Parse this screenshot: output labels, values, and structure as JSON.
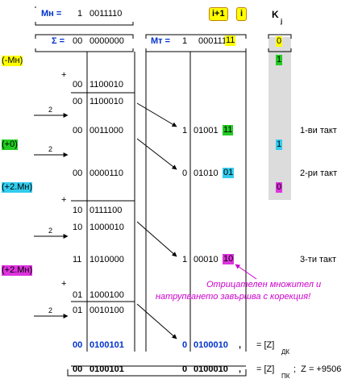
{
  "colors": {
    "yellow": "#ffff00",
    "green": "#22cc22",
    "cyan": "#33ccee",
    "magenta": "#dd33dd",
    "blue": "#0033cc"
  },
  "header": {
    "mn_label": "Мн =",
    "mn_sign": "1",
    "mn_value": "0011110",
    "sum_label": "Σ =",
    "sum_sign": "00",
    "sum_value": "0000000",
    "mt_label": "Мт =",
    "mt_sign": "1",
    "mt_value": "000111",
    "mt_tail": "11",
    "i1_label": "i+1",
    "i_label": "i",
    "k_label": "K",
    "k_sub": "j",
    "k0": "0",
    "k1": "1",
    "k2": "1",
    "k3": "0"
  },
  "ops": {
    "minus_mn": "(-Мн)",
    "plus0": "(+0)",
    "plus2mn": "(+2.Мн)",
    "plus2mn_b": "(+2.Мн)"
  },
  "rows": {
    "plus": "+",
    "r1_sign": "00",
    "r1_val": "1100010",
    "r2_sign": "00",
    "r2_val": "1100010",
    "shift": "2",
    "r3_sign": "00",
    "r3_val": "0011000",
    "t1_sign": "1",
    "t1_val": "01001",
    "t1_tail": "11",
    "t1_label": "1-ви такт",
    "r4_sign": "00",
    "r4_val": "0000110",
    "t2_sign": "0",
    "t2_val": "01010",
    "t2_tail": "01",
    "t2_label": "2-ри такт",
    "r5_sign": "10",
    "r5_val": "0111100",
    "r6_sign": "10",
    "r6_val": "1000010",
    "r7_sign": "11",
    "r7_val": "1010000",
    "t3_sign": "1",
    "t3_val": "00010",
    "t3_tail": "10",
    "t3_label": "3-ти такт",
    "r8_sign": "01",
    "r8_val": "1000100",
    "r9_sign": "01",
    "r9_val": "0010100",
    "note1": "Отрицателен множител и",
    "note2": "натрупването завършва с корекция!",
    "res_sign": "00",
    "res_val": "0100101",
    "res_t_sign": "0",
    "res_t_val": "0100010",
    "res_comma": ",",
    "dk_label": "= [Z]",
    "dk_sub": "ДК",
    "fin_sign": "00",
    "fin_val": "0100101",
    "fin_t_sign": "0",
    "fin_t_val": "0100010",
    "fin_comma": ",",
    "pk_label": "= [Z]",
    "pk_sub": "ПК",
    "pk_tail": ";  Z = +9506"
  }
}
